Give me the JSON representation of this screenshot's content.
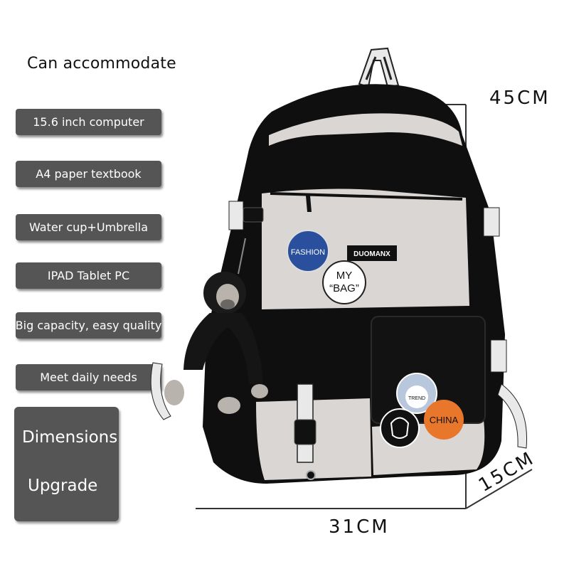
{
  "heading": "Can accommodate",
  "features": [
    "15.6 inch computer",
    "A4 paper textbook",
    "Water cup+Umbrella",
    "IPAD Tablet PC",
    "Big capacity, easy quality",
    "Meet daily needs"
  ],
  "upgrade": {
    "line1": "Dimensions",
    "line2": "Upgrade"
  },
  "dimensions": {
    "height": "45CM",
    "width": "31CM",
    "depth": "15CM"
  },
  "badges": {
    "fashion": "FASHION",
    "brand": "DUOMANX",
    "mybag_1": "MY",
    "mybag_2": "“BAG”",
    "china": "CHINA",
    "trend": "TREND"
  },
  "colors": {
    "bag_black": "#0f0f0f",
    "bag_cream": "#d9d6d3",
    "label_gray": "#555555",
    "badge_blue": "#2a4f9c",
    "badge_orange": "#e8762b"
  }
}
